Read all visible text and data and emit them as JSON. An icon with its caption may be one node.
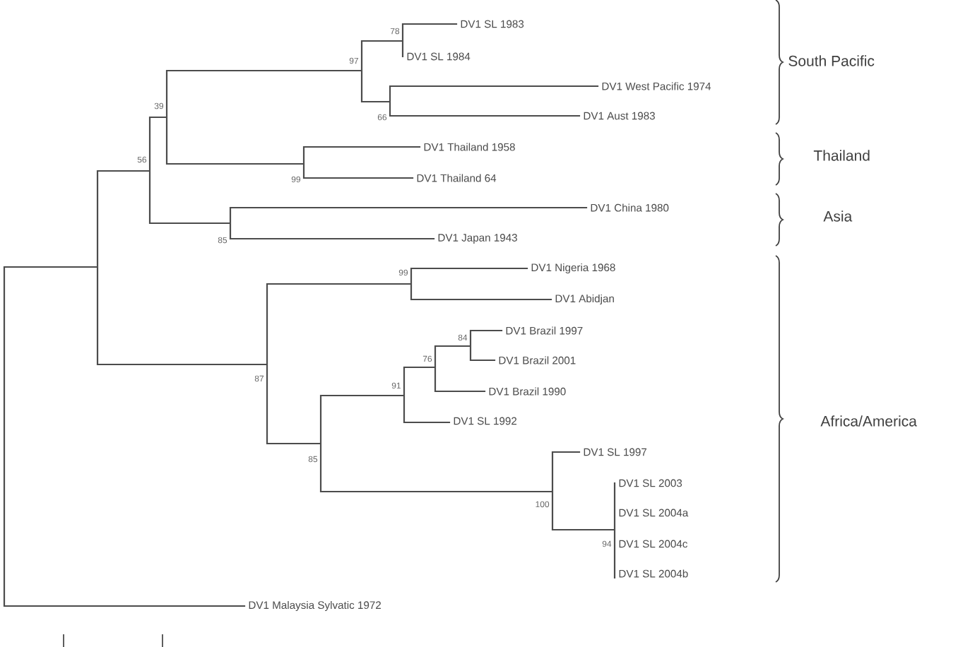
{
  "diagram": {
    "labels": [
      "DV1 SL 1983",
      "DV1 SL 1984",
      "DV1 West Pacific 1974",
      "DV1 Aust 1983",
      "DV1 Thailand 1958",
      "DV1 Thailand 64",
      "DV1 China 1980",
      "DV1 Japan 1943",
      "DV1 Nigeria 1968",
      "DV1 Abidjan",
      "DV1 Brazil 1997",
      "DV1 Brazil 2001",
      "DV1 Brazil 1990",
      "DV1 SL 1992",
      "DV1 SL 1997",
      "DV1 SL 2003",
      "DV1 SL 2004a",
      "DV1 SL 2004c",
      "DV1 SL 2004b",
      "DV1 Malaysia Sylvatic 1972",
      "South Pacific",
      "Thailand",
      "Asia",
      "Africa/America",
      "78",
      "97",
      "66",
      "39",
      "56",
      "99",
      "85",
      "99",
      "87",
      "84",
      "76",
      "91",
      "85",
      "100",
      "94"
    ]
  }
}
